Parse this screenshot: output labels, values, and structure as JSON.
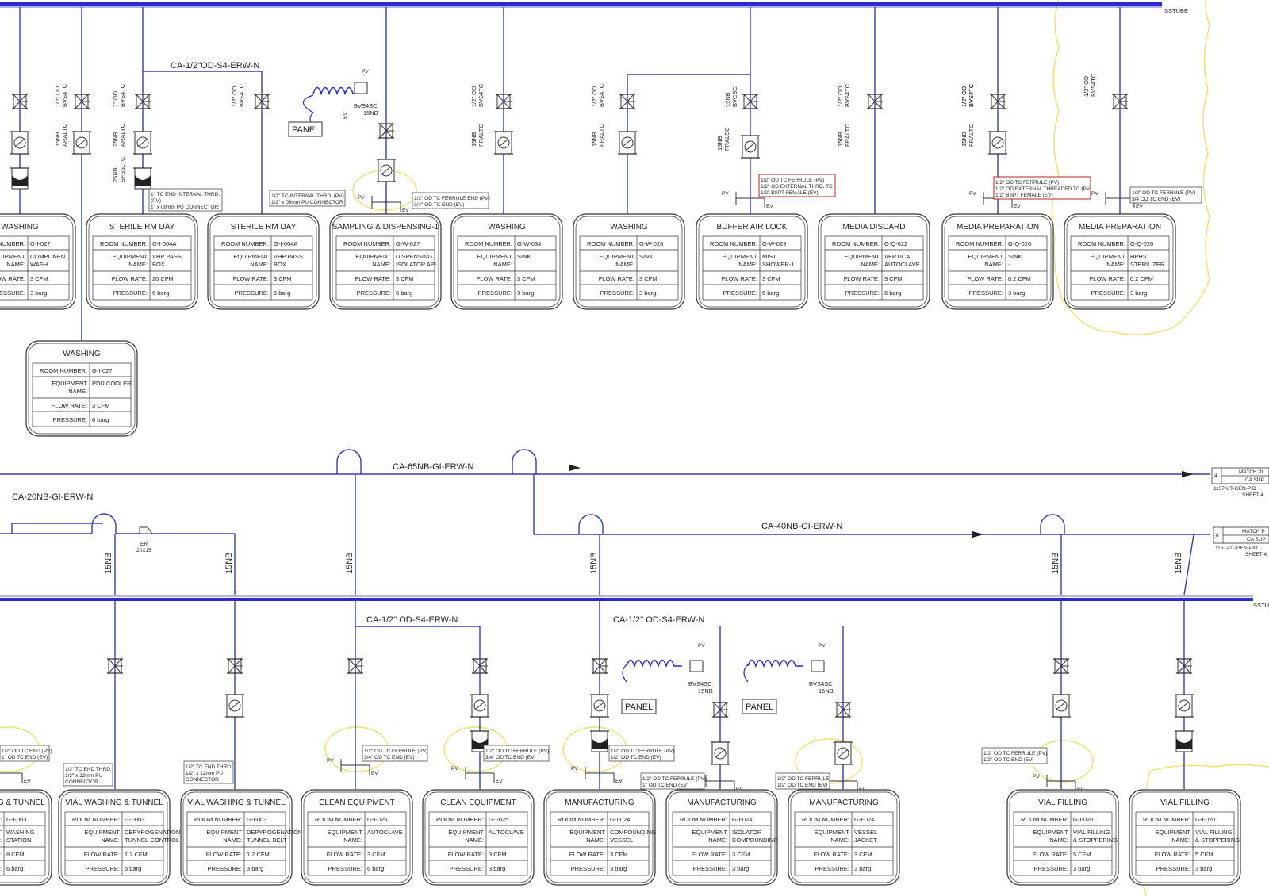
{
  "headers": {
    "top_end": "SSTUBE",
    "bottom_end": "SSTUBE"
  },
  "line_labels": {
    "top_branch": "CA-1/2\"OD-S4-ERW-N",
    "main_65": "CA-65NB-GI-ERW-N",
    "main_20": "CA-20NB-GI-ERW-N",
    "main_40": "CA-40NB-GI-ERW-N",
    "bottom_branch_1": "CA-1/2\" OD-S4-ERW-N",
    "bottom_branch_2": "CA-1/2\" OD-S4-ERW-N",
    "drop_size": "15NB",
    "er": "ER",
    "er_size": "20X15"
  },
  "match_lines": [
    {
      "num": "4",
      "l1": "MATCH PI",
      "l2": "CA SUP",
      "l3": "1157-UT-GEN-PID",
      "l4": "SHEET 4"
    },
    {
      "num": "8",
      "l1": "MATCH P",
      "l2": "CA SUP",
      "l3": "1157-UT-GEN-PID",
      "l4": "SHEET 4"
    }
  ],
  "panels": {
    "label": "PANEL"
  },
  "valve_tags": {
    "bvs4sc": "BVS4SC",
    "size15": "15NB",
    "pv": "PV",
    "ev": "EV",
    "top": [
      {
        "a": "1/2\" OD",
        "b": "BVS4TC"
      },
      {
        "a": "15NB",
        "b": "ARALTC"
      },
      {
        "a": "1\" OD",
        "b": "BVS4TC"
      },
      {
        "a": "25NB",
        "b": "ARALTC"
      },
      {
        "a": "25NB",
        "b": "SFS6LTC"
      },
      {
        "a": "1/2\" OD",
        "b": "BVS4TC"
      },
      {
        "a": "1/2\" OD",
        "b": "BVS4TC"
      },
      {
        "a": "15NB",
        "b": "FRALTC"
      },
      {
        "a": "1/2\" OD",
        "b": "BVS4TC"
      },
      {
        "a": "15NB",
        "b": "FRALTC"
      },
      {
        "a": "1/2\" OD",
        "b": "BVS4TC"
      },
      {
        "a": "15NB",
        "b": "FRALTC"
      },
      {
        "a": "15NB",
        "b": "BVCSC"
      },
      {
        "a": "15NB",
        "b": "FRALSC"
      },
      {
        "a": "1/2\" OD",
        "b": "BVS4TC"
      },
      {
        "a": "1/2\" OD",
        "b": "BVS4TC"
      },
      {
        "a": "15NB",
        "b": "FRALTC"
      },
      {
        "a": "1/2\" OD",
        "b": "BVS4TC"
      }
    ]
  },
  "notes": {
    "n1": [
      "1\" TC END INTERNAL THRD.",
      "(PV)",
      "1\" x 08mm PU CONNECTOR"
    ],
    "n2": [
      "1/2\" TC INTERNAL THRD. (PV)",
      "1/2\" x 08mm PU CONNECTOR"
    ],
    "n3": [
      "1/2\" OD TC FERRULE END (PV)",
      "3/4\" OD TC END (EV)"
    ],
    "n4": [
      "1/2\" OD TC FERRULE (PV)",
      "1/2\" OD EXTERNAL THRD. TC",
      "1/2\" BSPT FEMALE (EV)"
    ],
    "n5": [
      "1/2\" OD TC FERRULE (PV)",
      "1/2\" OD EXTERNAL THREADED TC (PV)",
      "1/2\" BSPT FEMALE (EV)"
    ],
    "n6": [
      "1/2\" OD TC FERRULE (PV)",
      "3/4 OD TC END (EV)"
    ],
    "b1": [
      "1/2\" OD TC END (PV)",
      "1\" OD TC END (EV)"
    ],
    "b2": [
      "1/2\" TC END THRD.",
      "1/2\" x 12mm PU",
      "CONNECTOR"
    ],
    "b3": [
      "1/2\" TC END THRD.",
      "1/2\" x 12mm PU",
      "CONNECTOR"
    ],
    "b4": [
      "1/2\" OD TC FERRULE (PV)",
      "3/4\" OD TC END (EV)"
    ],
    "b5": [
      "1/2\" OD TC FERRULE (PV)",
      "3/4\" OD TC END (EV)"
    ],
    "b6": [
      "1/2\" OD TC FERRULE (PV)",
      "1/2\" OD TC END (EV)"
    ],
    "b7": [
      "1/2\" OD TC FERRULE (PV)",
      "1\" OD TC END (EV)"
    ],
    "b8": [
      "1/2\" OD TC FERRULE",
      "1/2\" OD TC END (EV)"
    ],
    "b9": [
      "1/2\" OD TC FERRULE (PV)",
      "1/2\" OD TC END (EV)"
    ]
  },
  "field_labels": {
    "room": "ROOM NUMBER:",
    "equip1": "EQUIPMENT",
    "equip2": "NAME:",
    "flow": "FLOW RATE:",
    "pressure": "PRESSURE:"
  },
  "top_rooms": [
    {
      "title": "WASHING",
      "room": "G-I-027",
      "eq1": "COMPONENT",
      "eq2": "WASH",
      "flow": "3 CFM",
      "pressure": "3 barg"
    },
    {
      "title": "STERILE RM DAY",
      "room": "G-I-004A",
      "eq1": "VHP PASS",
      "eq2": "BOX",
      "flow": "20 CFM",
      "pressure": "6 barg"
    },
    {
      "title": "STERILE RM DAY",
      "room": "G-I-004A",
      "eq1": "VHP PASS",
      "eq2": "BOX",
      "flow": "3 CFM",
      "pressure": "6 barg"
    },
    {
      "title": "SAMPLING & DISPENSING-1",
      "room": "G-W-027",
      "eq1": "DISPENSING",
      "eq2": "ISOLATOR API",
      "flow": "3 CFM",
      "pressure": "6 barg"
    },
    {
      "title": "WASHING",
      "room": "G-W-034",
      "eq1": "SINK",
      "eq2": "",
      "flow": "3 CFM",
      "pressure": "3 barg"
    },
    {
      "title": "WASHING",
      "room": "G-W-028",
      "eq1": "SINK",
      "eq2": "",
      "flow": "3 CFM",
      "pressure": "3 barg"
    },
    {
      "title": "BUFFER AIR LOCK",
      "room": "G-W-029",
      "eq1": "MIST",
      "eq2": "SHOWER-1",
      "flow": "3 CFM",
      "pressure": "6 barg"
    },
    {
      "title": "MEDIA DISCARD",
      "room": "G-Q-022",
      "eq1": "VERTICAL",
      "eq2": "AUTOCLAVE",
      "flow": "3 CFM",
      "pressure": "6 barg"
    },
    {
      "title": "MEDIA PREPARATION",
      "room": "G-Q-026",
      "eq1": "SINK",
      "eq2": "-",
      "flow": "0.2 CFM",
      "pressure": "3 barg"
    },
    {
      "title": "MEDIA PREPARATION",
      "room": "G-Q-026",
      "eq1": "HPHV",
      "eq2": "STERILIZER",
      "flow": "0.2 CFM",
      "pressure": "3 barg"
    }
  ],
  "mid_room": {
    "title": "WASHING",
    "room": "G-I-027",
    "eq1": "PDU COOLER",
    "eq2": "",
    "flow": "3 CFM",
    "pressure": "6 barg"
  },
  "bottom_rooms": [
    {
      "title": "VIAL WASHING & TUNNEL",
      "room": "G-I-003",
      "eq1": "WASHING",
      "eq2": "STATION",
      "flow": "8 CFM",
      "pressure": "6 barg"
    },
    {
      "title": "VIAL WASHING & TUNNEL",
      "room": "G-I-003",
      "eq1": "DEPYROGENATION",
      "eq2": "TUNNEL-CONTROL",
      "flow": "1.2 CFM",
      "pressure": "6 barg"
    },
    {
      "title": "VIAL WASHING & TUNNEL",
      "room": "G-I-003",
      "eq1": "DEPYROGENATION",
      "eq2": "TUNNEL-BELT",
      "flow": "1.2 CFM",
      "pressure": "3 barg"
    },
    {
      "title": "CLEAN EQUIPMENT",
      "room": "G-I-025",
      "eq1": "AUTOCLAVE",
      "eq2": "",
      "flow": "3 CFM",
      "pressure": "6 barg"
    },
    {
      "title": "CLEAN EQUIPMENT",
      "room": "G-I-025",
      "eq1": "AUTOCLAVE",
      "eq2": "",
      "flow": "3 CFM",
      "pressure": "3 barg"
    },
    {
      "title": "MANUFACTURING",
      "room": "G-I-024",
      "eq1": "COMPOUNDING",
      "eq2": "VESSEL",
      "flow": "3 CFM",
      "pressure": "3 barg"
    },
    {
      "title": "MANUFACTURING",
      "room": "G-I-024",
      "eq1": "ISOLATOR",
      "eq2": "COMPOUNDING",
      "flow": "3 CFM",
      "pressure": "3 barg"
    },
    {
      "title": "MANUFACTURING",
      "room": "G-I-024",
      "eq1": "VESSEL",
      "eq2": "JACKET",
      "flow": "3 CFM",
      "pressure": "3 barg"
    },
    {
      "title": "VIAL FILLING",
      "room": "G-I-020",
      "eq1": "VIAL FILLING",
      "eq2": "& STOPPERING",
      "flow": "5 CFM",
      "pressure": "3 barg"
    },
    {
      "title": "VIAL FILLING",
      "room": "G-I-020",
      "eq1": "VIAL FILLING",
      "eq2": "& STOPPERING",
      "flow": "5 CFM",
      "pressure": "3 barg"
    }
  ]
}
